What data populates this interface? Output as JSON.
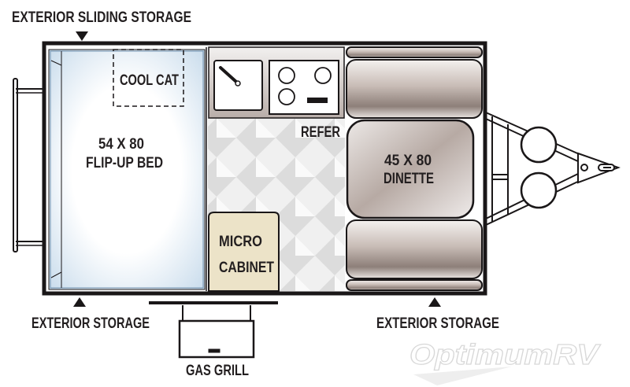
{
  "labels": {
    "exterior_sliding_storage": "EXTERIOR SLIDING STORAGE",
    "exterior_storage_left": "EXTERIOR STORAGE",
    "exterior_storage_right": "EXTERIOR STORAGE",
    "gas_grill": "GAS GRILL"
  },
  "rooms": {
    "cool_cat": "COOL CAT",
    "bed_size": "54 X 80",
    "bed_name": "FLIP-UP BED",
    "refer": "REFER",
    "dinette_size": "45 X 80",
    "dinette_name": "DINETTE",
    "micro_line1": "MICRO",
    "micro_line2": "CABINET"
  },
  "watermark": "OptimumRV",
  "colors": {
    "wall": "#1a1718",
    "bed": "#e6f0f8",
    "bed_edge": "#bcd3e6",
    "cabinet": "#ece3c8",
    "cushion": "#c9bfba",
    "floor": "#ececec"
  }
}
